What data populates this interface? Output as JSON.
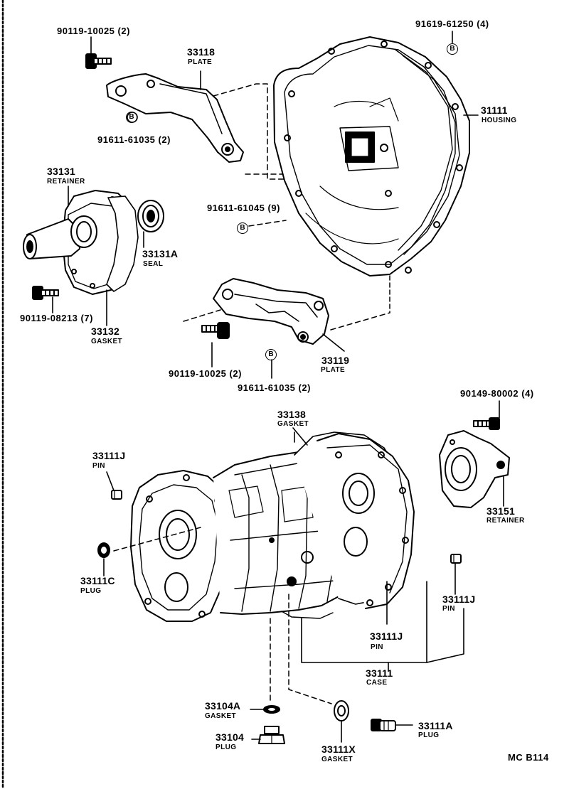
{
  "labels": {
    "bolt_90119_10025_top": "90119-10025 (2)",
    "pn_33118": "33118",
    "nm_33118": "PLATE",
    "washer_91611_61035_top": "91611-61035 (2)",
    "bolt_91619_61250": "91619-61250 (4)",
    "pn_33111_housing": "31111",
    "nm_33111_housing": "HOUSING",
    "pn_33131": "33131",
    "nm_33131": "RETAINER",
    "washer_91611_61045": "91611-61045 (9)",
    "pn_33131A": "33131A",
    "nm_33131A": "SEAL",
    "bolt_90119_08213": "90119-08213 (7)",
    "pn_33132": "33132",
    "nm_33132": "GASKET",
    "bolt_90119_10025_mid": "90119-10025 (2)",
    "pn_33119": "33119",
    "nm_33119": "PLATE",
    "washer_91611_61035_mid": "91611-61035 (2)",
    "pn_33138": "33138",
    "nm_33138": "GASKET",
    "bolt_90149_80002": "90149-80002 (4)",
    "pn_33111J_a": "33111J",
    "nm_33111J_a": "PIN",
    "pn_33151": "33151",
    "nm_33151": "RETAINER",
    "pn_33111C": "33111C",
    "nm_33111C": "PLUG",
    "pn_33111J_b": "33111J",
    "nm_33111J_b": "PIN",
    "pn_33111J_c": "33111J",
    "nm_33111J_c": "PIN",
    "pn_33111_case": "33111",
    "nm_33111_case": "CASE",
    "pn_33104A": "33104A",
    "nm_33104A": "GASKET",
    "pn_33111A": "33111A",
    "nm_33111A": "PLUG",
    "pn_33104": "33104",
    "nm_33104": "PLUG",
    "pn_33111X": "33111X",
    "nm_33111X": "GASKET",
    "figure_code": "MC B114"
  },
  "marks": {
    "b": "B"
  }
}
